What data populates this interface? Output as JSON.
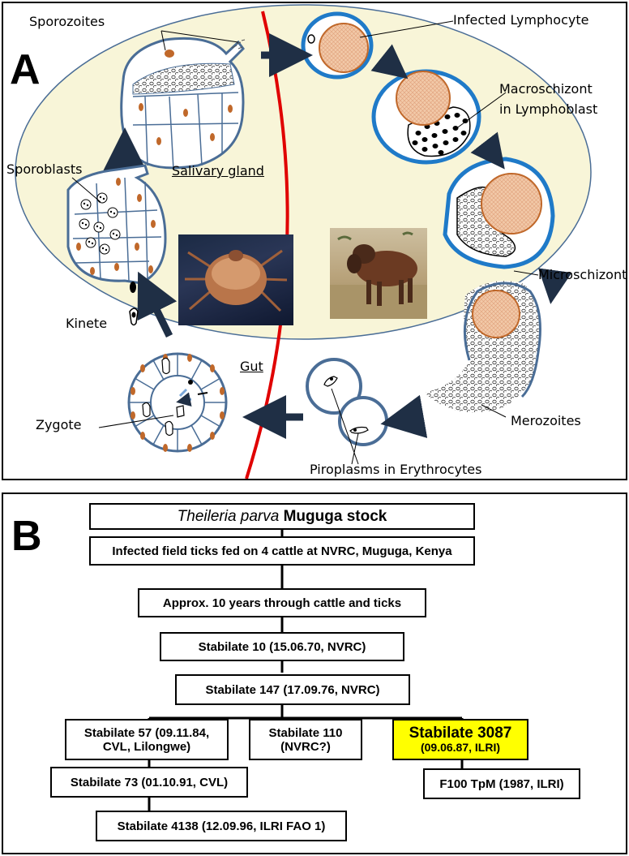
{
  "panel_a": {
    "letter": "A",
    "labels": {
      "sporozoites": "Sporozoites",
      "infected_lymphocyte": "Infected Lymphocyte",
      "macroschizont_line1": "Macroschizont",
      "macroschizont_line2": "in Lymphoblast",
      "sporoblasts": "Sporoblasts",
      "salivary_gland": "Salivary gland",
      "microschizont": "Microschizont",
      "kinete": "Kinete",
      "gut": "Gut",
      "zygote": "Zygote",
      "merozoites": "Merozoites",
      "piroplasms": "Piroplasms in Erythrocytes"
    },
    "colors": {
      "ellipse_fill": "#f8f5d8",
      "cell_outline": "#4a6d96",
      "host_cell_ring": "#1f7ac8",
      "nucleus_fill": "#f2c9a8",
      "nucleus_stroke": "#c0682a",
      "divider_line": "#e00000",
      "arrow": "#1f2f45",
      "light_arrow": "#7aa6d8"
    }
  },
  "panel_b": {
    "letter": "B",
    "title_italic": "Theileria parva",
    "title_rest": " Muguga stock",
    "steps": [
      "Infected field ticks fed on 4 cattle at NVRC, Muguga, Kenya",
      "Approx. 10 years through cattle and ticks",
      "Stabilate 10 (15.06.70, NVRC)",
      "Stabilate 147 (17.09.76, NVRC)"
    ],
    "branch_left": [
      "Stabilate 57 (09.11.84,",
      "CVL, Lilongwe)"
    ],
    "branch_mid": [
      "Stabilate 110",
      "(NVRC?)"
    ],
    "branch_right": [
      "Stabilate 3087",
      "(09.06.87, ILRI)"
    ],
    "left_child_1": "Stabilate 73 (01.10.91, CVL)",
    "left_child_2": "Stabilate 4138 (12.09.96, ILRI FAO 1)",
    "right_child": "F100 TpM (1987, ILRI)",
    "highlight_color": "#ffff00"
  }
}
